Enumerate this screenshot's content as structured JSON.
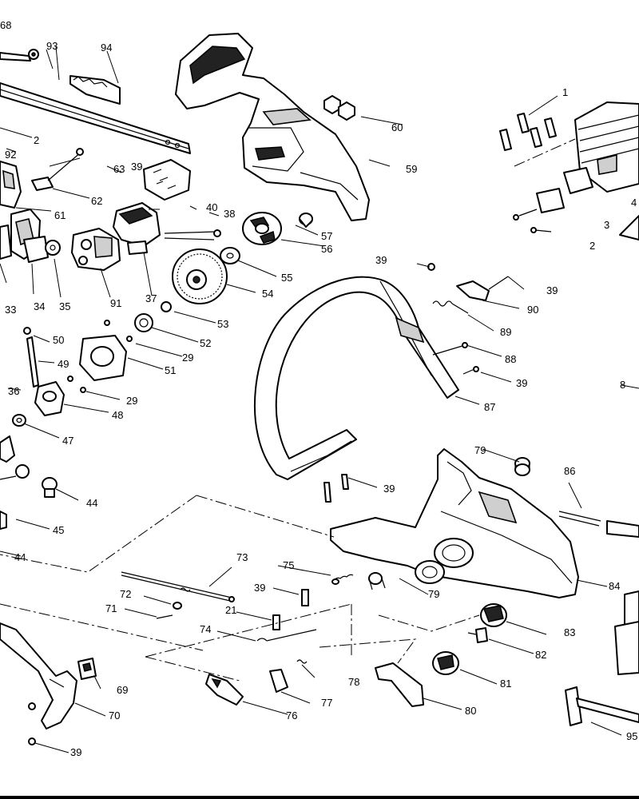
{
  "labels": {
    "l1": "1",
    "l2": "2",
    "l2b": "2",
    "l3": "3",
    "l4": "4",
    "l8": "8",
    "l21": "21",
    "l29a": "29",
    "l29b": "29",
    "l33": "33",
    "l34": "34",
    "l35": "35",
    "l36": "36",
    "l37": "37",
    "l38": "38",
    "l39a": "39",
    "l39b": "39",
    "l39c": "39",
    "l39d": "39",
    "l39e": "39",
    "l39f": "39",
    "l39g": "39",
    "l40": "40",
    "l44a": "44",
    "l44b": "44",
    "l45": "45",
    "l47": "47",
    "l48": "48",
    "l49": "49",
    "l50": "50",
    "l51": "51",
    "l52": "52",
    "l53": "53",
    "l54": "54",
    "l55": "55",
    "l56": "56",
    "l57": "57",
    "l59": "59",
    "l60": "60",
    "l61": "61",
    "l62": "62",
    "l63": "63",
    "l68": "68",
    "l69": "69",
    "l70": "70",
    "l71": "71",
    "l72": "72",
    "l73": "73",
    "l74": "74",
    "l75": "75",
    "l76": "76",
    "l77": "77",
    "l78": "78",
    "l79a": "79",
    "l79b": "79",
    "l80": "80",
    "l81": "81",
    "l82": "82",
    "l83": "83",
    "l84": "84",
    "l86": "86",
    "l87": "87",
    "l88": "88",
    "l89": "89",
    "l90": "90",
    "l91": "91",
    "l92": "92",
    "l93": "93",
    "l94": "94",
    "l95": "95"
  }
}
